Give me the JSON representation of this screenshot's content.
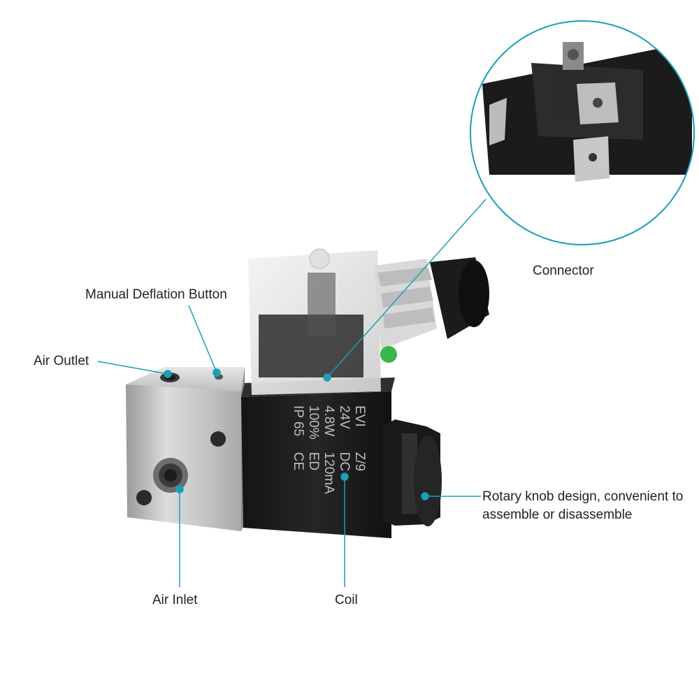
{
  "colors": {
    "accent": "#1a9fb5",
    "background": "#ffffff",
    "label_text": "#222222",
    "coil_body": "#1e1e1e",
    "coil_text": "#bfbfbf",
    "metal_block": "#c9c9c9"
  },
  "labels": {
    "connector": "Connector",
    "manual_deflation_button": "Manual Deflation Button",
    "air_outlet": "Air Outlet",
    "rotary_knob": "Rotary knob design, convenient to assemble or disassemble",
    "air_inlet": "Air Inlet",
    "coil": "Coil"
  },
  "coil_markings": {
    "col1": [
      "EVI",
      "24V",
      "4.8W",
      "100%",
      "IP 65"
    ],
    "col2": [
      "Z/9",
      "DC",
      "120mA",
      "ED",
      "CE"
    ]
  }
}
